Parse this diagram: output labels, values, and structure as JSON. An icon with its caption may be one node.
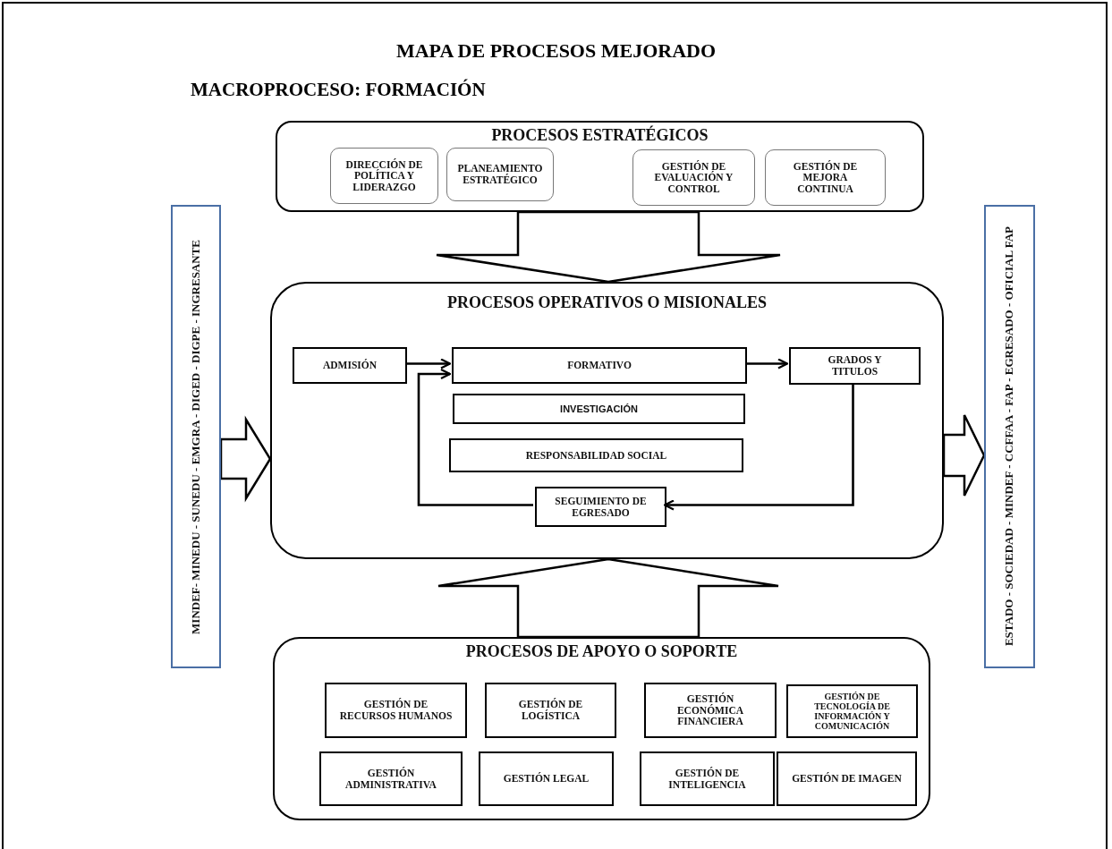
{
  "diagram": {
    "title": "MAPA DE PROCESOS MEJORADO",
    "nodes": [
      {
        "text": [
          "MINDEF- MINEDU - SUNEDU - EMGRA - DIGED - DIGPE - INGRESANTE"
        ]
      },
      {
        "text": [
          "PROCESOS ESTRATÉGICOS"
        ]
      },
      {
        "text": [
          "DIRECCIÓN DE POLÍTICA Y LIDERAZGO"
        ],
        "in": 1
      },
      {
        "text": [
          "PLANEAMIENTO ESTRATÉGICO"
        ],
        "in": 1
      },
      {
        "text": [
          "GESTIÓN DE EVALUACIÓN Y CONTROL"
        ],
        "in": 1
      },
      {
        "text": [
          "GESTIÓN DE MEJORA CONTINUA"
        ],
        "in": 1
      },
      {
        "text": [
          "PROCESOS OPERATIVOS O MISIONALES"
        ]
      },
      {
        "text": [
          "ADMISIÓN"
        ],
        "in": 6
      },
      {
        "text": [
          "FORMATIVO"
        ],
        "in": 6
      },
      {
        "text": [
          "GRADOS Y TITULOS"
        ],
        "in": 6
      },
      {
        "text": [
          "INVESTIGACIÓN"
        ],
        "in": 6
      },
      {
        "text": [
          "RESPONSABILIDAD SOCIAL"
        ],
        "in": 6
      },
      {
        "text": [
          "SEGUIMIENTO DE EGRESADO"
        ],
        "in": 6
      },
      {
        "text": [
          "PROCESOS DE APOYO O SOPORTE"
        ]
      },
      {
        "text": [
          "GESTIÓN DE RECURSOS HUMANOS"
        ],
        "in": 13
      },
      {
        "text": [
          "GESTIÓN DE LOGÍSTICA"
        ],
        "in": 13
      },
      {
        "text": [
          "GESTIÓN ECONÓMICA FINANCIERA"
        ],
        "in": 13
      },
      {
        "text": [
          "GESTIÓN DE TECNOLOGÍA DE INFORMACIÓN Y COMUNICACIÓN"
        ],
        "in": 13
      },
      {
        "text": [
          "GESTIÓN ADMINISTRATIVA"
        ],
        "in": 13
      },
      {
        "text": [
          "GESTIÓN LEGAL"
        ],
        "in": 13
      },
      {
        "text": [
          "GESTIÓN DE INTELIGENCIA"
        ],
        "in": 13
      },
      {
        "text": [
          "GESTIÓN DE IMAGEN"
        ],
        "in": 13
      },
      {
        "text": [
          "ESTADO - SOCIEDAD - MINDEF - CCFFAA - FAP - EGRESADO - OFICIAL FAP"
        ]
      }
    ],
    "edges": [
      {
        "from": 1,
        "to": 6,
        "arrow": "to",
        "style": "thick"
      },
      {
        "from": 0,
        "to": 6,
        "arrow": "to",
        "style": "thick"
      },
      {
        "from": 6,
        "to": 22,
        "arrow": "to",
        "style": "thick"
      },
      {
        "from": 13,
        "to": 6,
        "arrow": "to",
        "style": "thick"
      },
      {
        "from": 7,
        "to": 8,
        "arrow": "to"
      },
      {
        "from": 8,
        "to": 9,
        "arrow": "to"
      },
      {
        "from": 9,
        "to": 12,
        "arrow": "to"
      },
      {
        "from": 12,
        "to": 8,
        "arrow": "to"
      }
    ],
    "labels": [
      "MACROPROCESO: FORMACIÓN"
    ]
  }
}
